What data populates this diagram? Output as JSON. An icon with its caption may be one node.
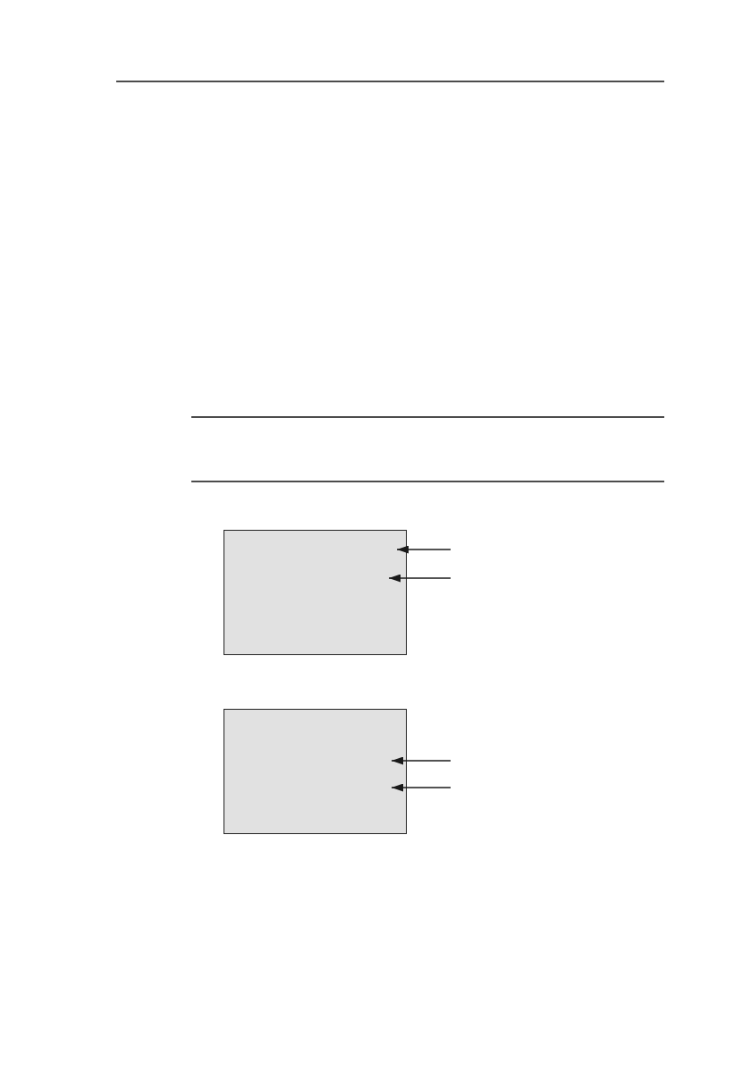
{
  "diagram": {
    "nodes": [
      {
        "text": [],
        "shape": "box"
      },
      {
        "text": [],
        "shape": "box"
      }
    ],
    "edges": [
      {
        "from": null,
        "to": 0,
        "arrow": "to"
      },
      {
        "from": null,
        "to": 0,
        "arrow": "to"
      },
      {
        "from": null,
        "to": 1,
        "arrow": "to"
      },
      {
        "from": null,
        "to": 1,
        "arrow": "to"
      }
    ]
  }
}
